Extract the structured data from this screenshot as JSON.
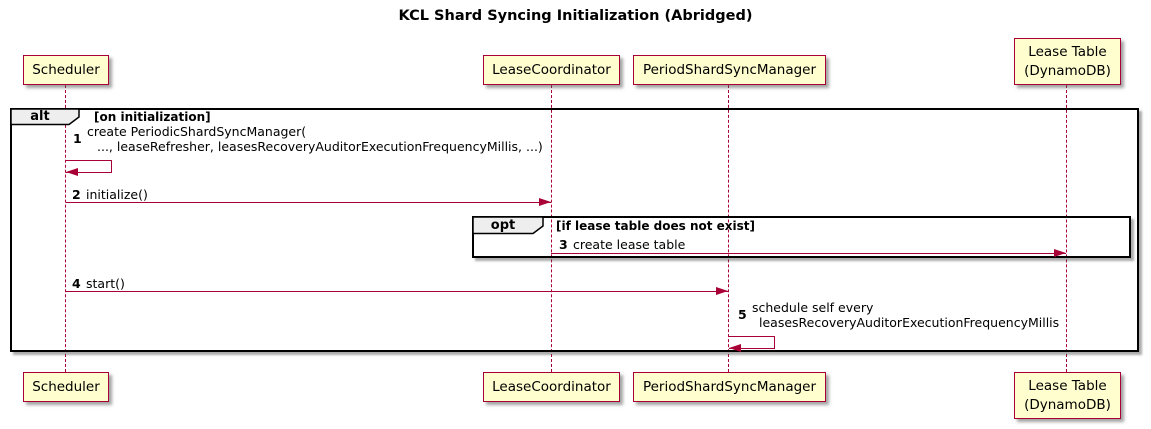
{
  "diagram": {
    "title": "KCL Shard Syncing Initialization (Abridged)"
  },
  "colors": {
    "participant_fill": "#FEFECE",
    "participant_border": "#A80036",
    "arrow_and_lifeline": "#A80036",
    "frame_border": "#000000",
    "frame_label_fill": "#EEEEEE"
  },
  "participants": {
    "scheduler": {
      "label": "Scheduler"
    },
    "lease_coordinator": {
      "label": "LeaseCoordinator"
    },
    "period_shard_sync_manager": {
      "label": "PeriodShardSyncManager"
    },
    "lease_table": {
      "line1": "Lease Table",
      "line2": "(DynamoDB)"
    }
  },
  "frames": {
    "alt": {
      "keyword": "alt",
      "condition": "[on initialization]"
    },
    "opt": {
      "keyword": "opt",
      "condition": "[if lease table does not exist]"
    }
  },
  "messages": {
    "m1": {
      "num": "1",
      "line1": "create PeriodicShardSyncManager(",
      "line2": "..., leaseRefresher, leasesRecoveryAuditorExecutionFrequencyMillis, ...)"
    },
    "m2": {
      "num": "2",
      "text": "initialize()"
    },
    "m3": {
      "num": "3",
      "text": "create lease table"
    },
    "m4": {
      "num": "4",
      "text": "start()"
    },
    "m5": {
      "num": "5",
      "line1": "schedule self every",
      "line2": "leasesRecoveryAuditorExecutionFrequencyMillis"
    }
  }
}
